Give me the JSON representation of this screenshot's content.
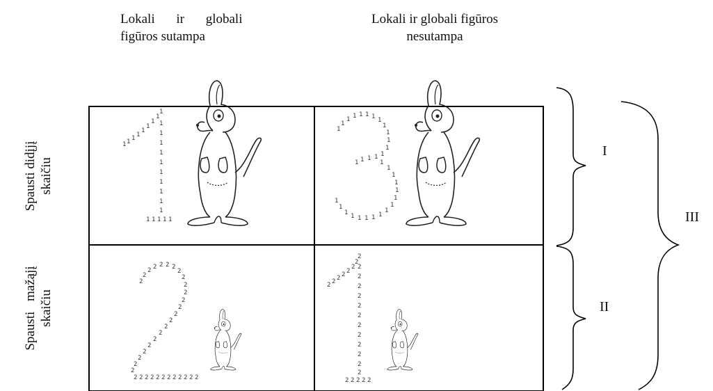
{
  "columns": [
    {
      "line1": "Lokali ir globali",
      "line2": "figūros sutampa"
    },
    {
      "line1": "Lokali ir globali figūros",
      "line2": "nesutampa"
    }
  ],
  "rows": [
    {
      "line1": "Spausti didįjį",
      "line2": "skaičiu"
    },
    {
      "line1": "Spausti mažąjį",
      "line2": "skaičiu"
    }
  ],
  "cells": [
    {
      "global_digit": "1",
      "local_digit": "1",
      "kangaroo": "large"
    },
    {
      "global_digit": "3",
      "local_digit": "1",
      "kangaroo": "large"
    },
    {
      "global_digit": "2",
      "local_digit": "2",
      "kangaroo": "small"
    },
    {
      "global_digit": "1",
      "local_digit": "2",
      "kangaroo": "small"
    }
  ],
  "braces": {
    "top": "I",
    "bottom": "II",
    "outer": "III"
  }
}
